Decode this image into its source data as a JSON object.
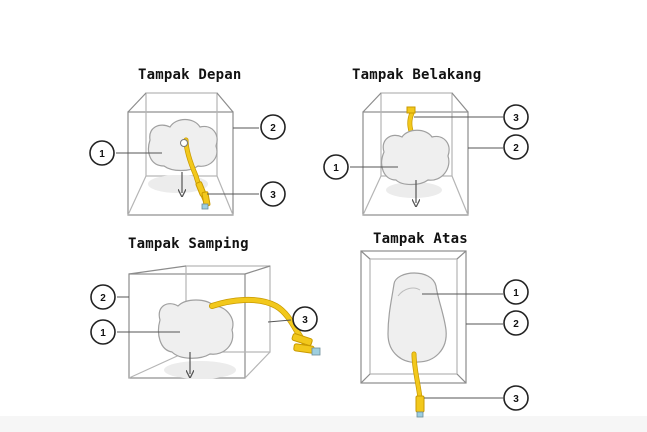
{
  "views": {
    "front": {
      "title": "Tampak Depan"
    },
    "back": {
      "title": "Tampak Belakang"
    },
    "side": {
      "title": "Tampak Samping"
    },
    "top": {
      "title": "Tampak Atas"
    }
  },
  "callouts": {
    "one": "1",
    "two": "2",
    "three": "3"
  },
  "colors": {
    "tube": "#f2c81c",
    "tube_edge": "#c99a00",
    "tip": "#9ecfe0",
    "box_line": "#8c8c8c",
    "organ_fill": "#efefef",
    "organ_edge": "#a0a0a0",
    "callout_line": "#555555"
  }
}
